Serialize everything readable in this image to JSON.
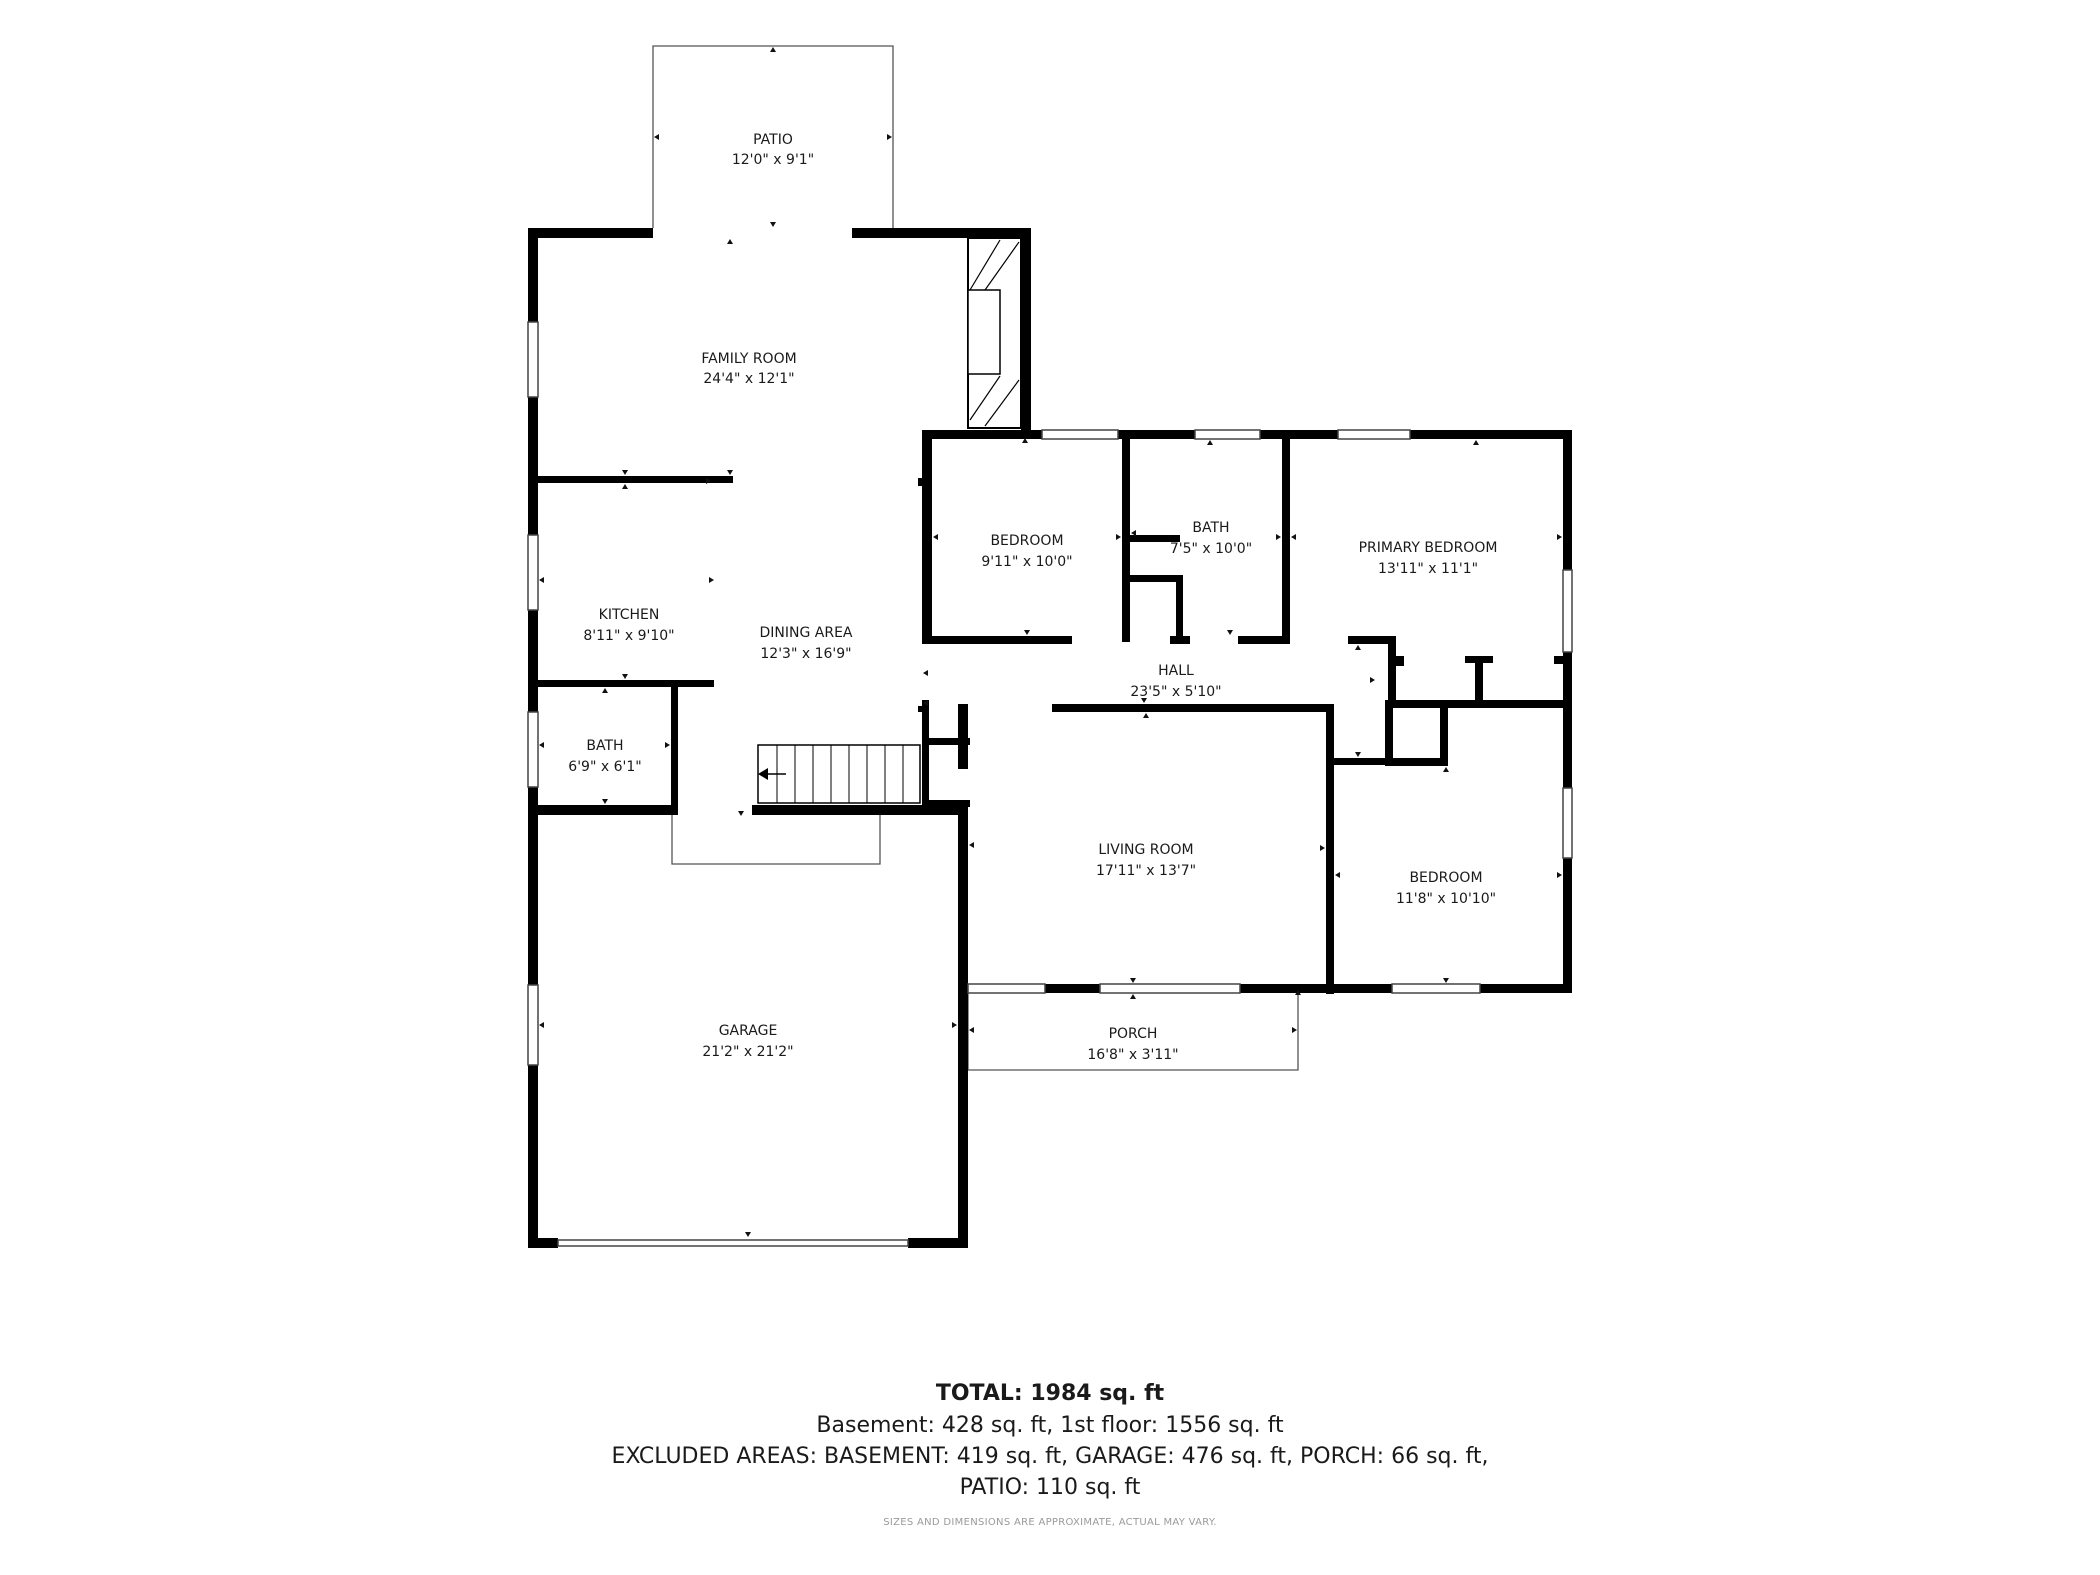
{
  "rooms": [
    {
      "id": "patio",
      "name": "PATIO",
      "dims": "12'0\" x 9'1\""
    },
    {
      "id": "family",
      "name": "FAMILY ROOM",
      "dims": "24'4\" x 12'1\""
    },
    {
      "id": "kitchen",
      "name": "KITCHEN",
      "dims": "8'11\" x 9'10\""
    },
    {
      "id": "dining",
      "name": "DINING AREA",
      "dims": "12'3\" x 16'9\""
    },
    {
      "id": "bath1",
      "name": "BATH",
      "dims": "6'9\" x 6'1\""
    },
    {
      "id": "bedroom1",
      "name": "BEDROOM",
      "dims": "9'11\" x 10'0\""
    },
    {
      "id": "bath2",
      "name": "BATH",
      "dims": "7'5\" x 10'0\""
    },
    {
      "id": "primary",
      "name": "PRIMARY BEDROOM",
      "dims": "13'11\" x 11'1\""
    },
    {
      "id": "hall",
      "name": "HALL",
      "dims": "23'5\" x 5'10\""
    },
    {
      "id": "living",
      "name": "LIVING ROOM",
      "dims": "17'11\" x 13'7\""
    },
    {
      "id": "bedroom2",
      "name": "BEDROOM",
      "dims": "11'8\" x 10'10\""
    },
    {
      "id": "garage",
      "name": "GARAGE",
      "dims": "21'2\" x 21'2\""
    },
    {
      "id": "porch",
      "name": "PORCH",
      "dims": "16'8\" x 3'11\""
    }
  ],
  "summary": {
    "total": "TOTAL: 1984 sq. ft",
    "line1": "Basement: 428 sq. ft, 1st floor: 1556 sq. ft",
    "line2": "EXCLUDED AREAS: BASEMENT: 419 sq. ft, GARAGE: 476 sq. ft, PORCH: 66 sq. ft,",
    "line3": "PATIO: 110 sq. ft",
    "disclaimer": "SIZES AND DIMENSIONS ARE APPROXIMATE, ACTUAL MAY VARY."
  }
}
